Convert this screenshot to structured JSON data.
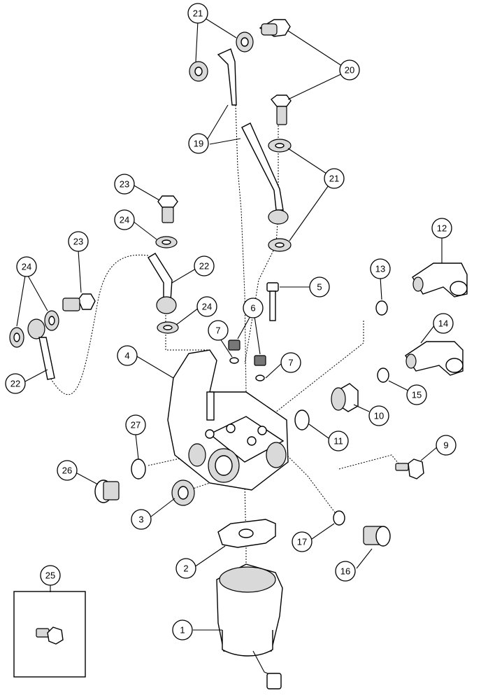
{
  "diagram": {
    "callouts": [
      {
        "id": "c1",
        "label": "1"
      },
      {
        "id": "c2",
        "label": "2"
      },
      {
        "id": "c3",
        "label": "3"
      },
      {
        "id": "c4",
        "label": "4"
      },
      {
        "id": "c5",
        "label": "5"
      },
      {
        "id": "c6",
        "label": "6"
      },
      {
        "id": "c7a",
        "label": "7"
      },
      {
        "id": "c7b",
        "label": "7"
      },
      {
        "id": "c9",
        "label": "9"
      },
      {
        "id": "c10",
        "label": "10"
      },
      {
        "id": "c11",
        "label": "11"
      },
      {
        "id": "c12",
        "label": "12"
      },
      {
        "id": "c13",
        "label": "13"
      },
      {
        "id": "c14",
        "label": "14"
      },
      {
        "id": "c15",
        "label": "15"
      },
      {
        "id": "c16",
        "label": "16"
      },
      {
        "id": "c17",
        "label": "17"
      },
      {
        "id": "c19",
        "label": "19"
      },
      {
        "id": "c20",
        "label": "20"
      },
      {
        "id": "c21a",
        "label": "21"
      },
      {
        "id": "c21b",
        "label": "21"
      },
      {
        "id": "c22a",
        "label": "22"
      },
      {
        "id": "c22b",
        "label": "22"
      },
      {
        "id": "c23a",
        "label": "23"
      },
      {
        "id": "c23b",
        "label": "23"
      },
      {
        "id": "c24a",
        "label": "24"
      },
      {
        "id": "c24b",
        "label": "24"
      },
      {
        "id": "c24c",
        "label": "24"
      },
      {
        "id": "c25",
        "label": "25"
      },
      {
        "id": "c26",
        "label": "26"
      },
      {
        "id": "c27",
        "label": "27"
      }
    ]
  }
}
